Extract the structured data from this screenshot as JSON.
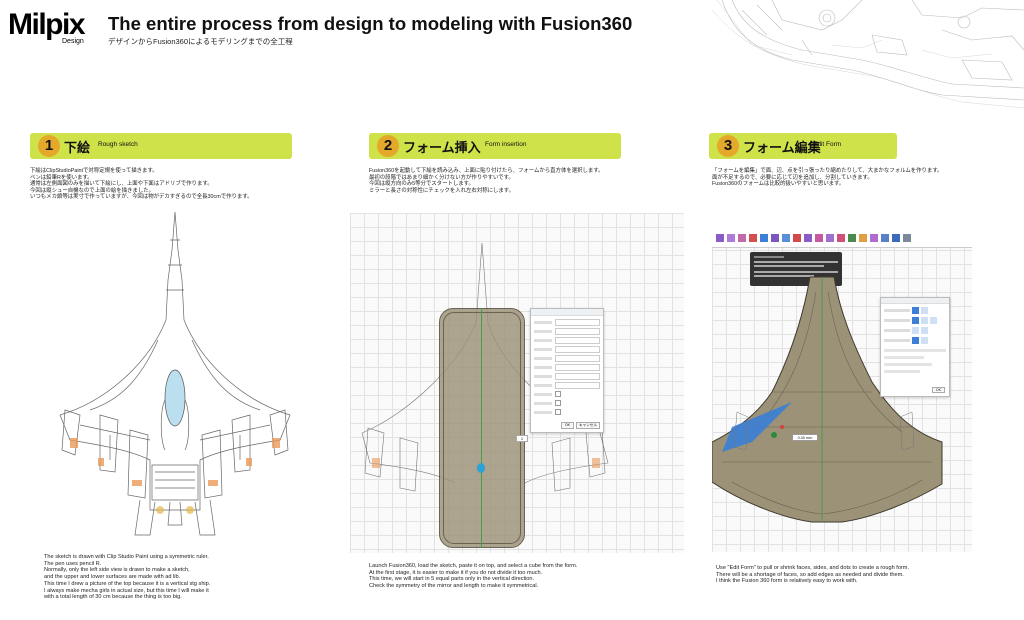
{
  "header": {
    "logo_main": "Milpix",
    "logo_sub": "Design",
    "title": "The entire process from design to modeling with Fusion360",
    "subtitle": "デザインからFusion360によるモデリングまでの全工程"
  },
  "steps": [
    {
      "num": "1",
      "title_jp": "下絵",
      "title_en": "Rough sketch",
      "desc_jp": [
        "下絵はClipStudioPaintで対称定規を使って描きます。",
        "ペンは鉛筆Rを使います。",
        "通常は左側面図のみを描いて下絵にし、上面や下面はアドリブで作ります。",
        "今回は縦シュー自機なので上面の絵を描きました。",
        "いつもメカ娘等は実寸で作っていますが、今回は物がデカすぎるので全長30cmで作ります。"
      ],
      "caption_en": [
        "The sketch is drawn with Clip Studio Paint using a symmetric ruler.",
        "The pen uses pencil R.",
        "Normally, only the left side view is drawn to make a sketch,",
        "and the upper and lower surfaces are made with ad lib.",
        "This time I drew a picture of the top because it is a vertical stg ship.",
        " I always make mecha girls in actual size, but this time I will make it",
        "with a total length of 30 cm because the thing is too big."
      ]
    },
    {
      "num": "2",
      "title_jp": "フォーム挿入",
      "title_en": "Form insertion",
      "desc_jp": [
        "Fusion360を起動して下絵を読み込み、上面に貼り付けたら、フォームから直方体を選択します。",
        "最初の段階ではあまり細かく分けない方が作りやすいです。",
        "今回は縦方向のみ5等分でスタートします。",
        "ミラーと長さの対称性にチェックを入れ左右対称にします。"
      ],
      "caption_en": [
        "Launch Fusion360, load the sketch, paste it on top, and select a cube from the form.",
        " At the first stage, it is easier to make it if you do not divide it too much.",
        "This time, we will start in 5 equal parts only in the vertical direction.",
        "Check the symmetry of the mirror and length to make it symmetrical."
      ]
    },
    {
      "num": "3",
      "title_jp": "フォーム編集",
      "title_en": "Edit Form",
      "desc_jp": [
        "「フォームを編集」で面、辺、点を引っ張ったり縮めたりして、大まかなフォルムを作ります。",
        "面が不足するので、必要に応じて辺を追加し、分割していきます。",
        "Fusion360のフォームは比較的扱いやすいと思います。"
      ],
      "caption_en": [
        "Use \"Edit Form\" to pull or shrink faces, sides, and dots to create a rough form.",
        "There will be a shortage of faces, so add edges as needed and divide them.",
        "I think the Fusion 360 form is relatively easy to work with."
      ]
    }
  ],
  "form_dialog": {
    "ok_label": "OK",
    "cancel_label": "キャンセル",
    "count": "1"
  },
  "edit_dialog": {
    "ok_label": "OK",
    "value": "0.00 mm"
  },
  "colors": {
    "band": "#cfe24a",
    "number_circle": "#e4a92a",
    "form_body": "#9c9278",
    "selected_face": "#3b7fd6"
  }
}
